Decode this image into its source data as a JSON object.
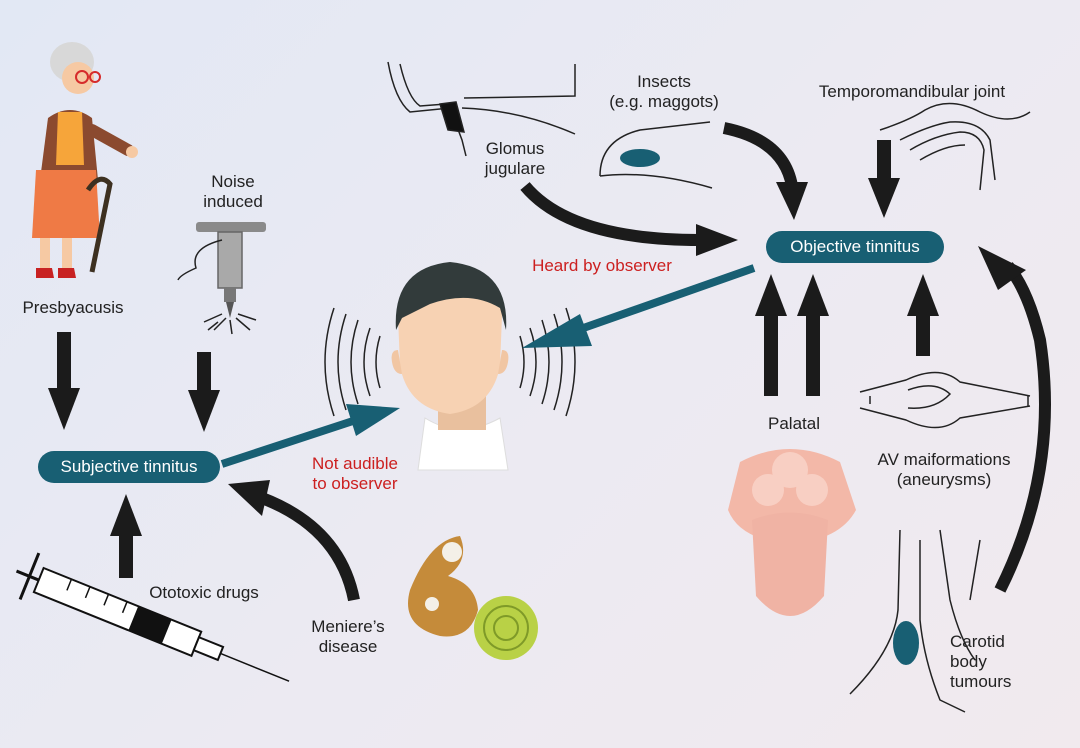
{
  "nodes": {
    "objective": "Objective tinnitus",
    "subjective": "Subjective tinnitus"
  },
  "labels": {
    "noise_line1": "Noise",
    "noise_line2": "induced",
    "presbyacusis": "Presbyacusis",
    "glomus_line1": "Glomus",
    "glomus_line2": "jugulare",
    "insects_line1": "Insects",
    "insects_line2": "(e.g. maggots)",
    "tmj": "Temporomandibular joint",
    "heard": "Heard by observer",
    "not_audible_line1": "Not audible",
    "not_audible_line2": "to observer",
    "palatal": "Palatal",
    "av_line1": "AV maiformations",
    "av_line2": "(aneurysms)",
    "ototoxic": "Ototoxic drugs",
    "meniere_line1": "Meniere’s",
    "meniere_line2": "disease",
    "carotid_line1": "Carotid",
    "carotid_line2": "body",
    "carotid_line3": "tumours"
  },
  "colors": {
    "teal": "#185f73",
    "arrow_dark": "#1b1b1b",
    "annotation_red": "#cc2020"
  },
  "icons": [
    "elderly-woman-icon",
    "jackhammer-icon",
    "syringe-icon",
    "head-icon",
    "inner-ear-icon",
    "tongue-icon",
    "vessel-icon",
    "jaw-joint-icon",
    "ear-canal-icon",
    "carotid-icon"
  ]
}
